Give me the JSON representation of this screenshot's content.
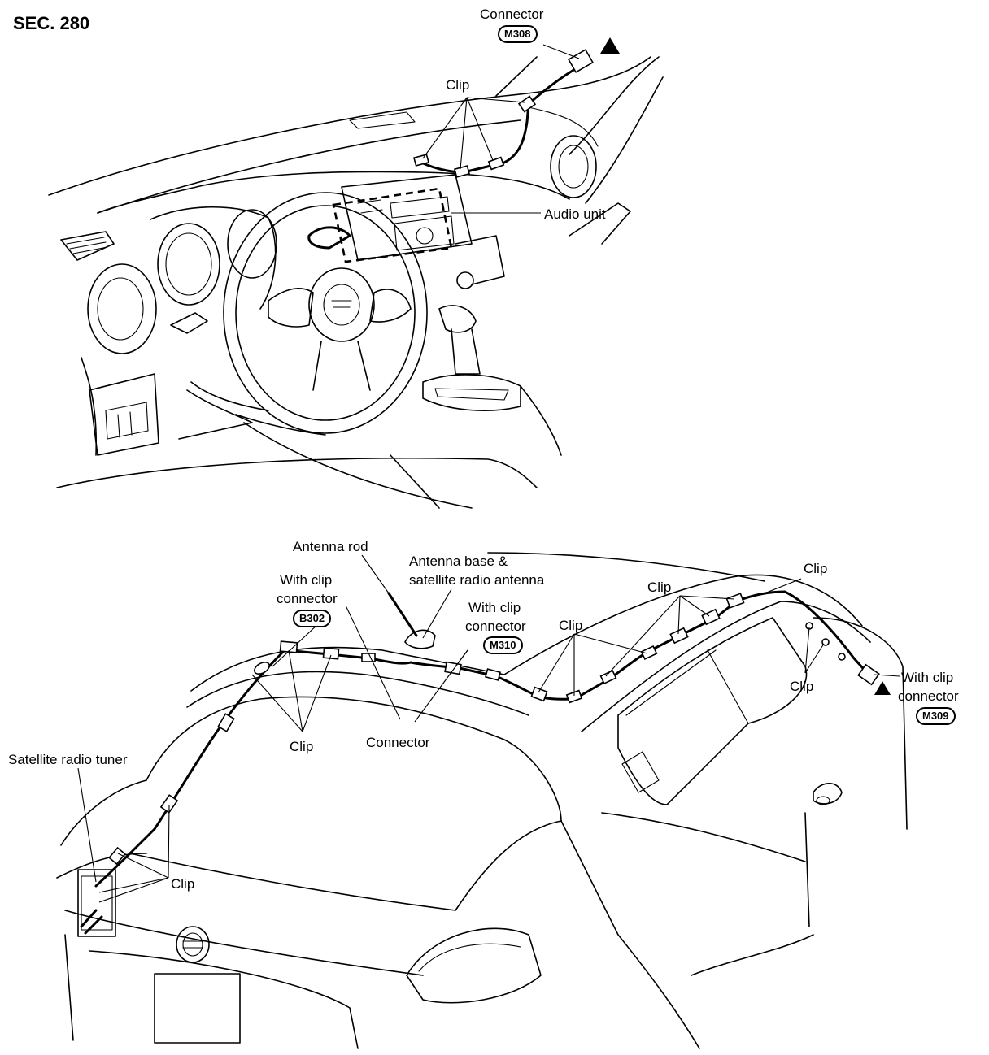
{
  "section": "SEC. 280",
  "top_diagram": {
    "connector_label": "Connector",
    "connector_code": "M308",
    "clip_label": "Clip",
    "audio_unit_label": "Audio unit"
  },
  "bottom_diagram": {
    "antenna_rod_label": "Antenna rod",
    "antenna_base_label_line1": "Antenna base &",
    "antenna_base_label_line2": "satellite radio antenna",
    "with_clip_b302_line1": "With clip",
    "with_clip_b302_line2": "connector",
    "b302_code": "B302",
    "with_clip_m310_line1": "With clip",
    "with_clip_m310_line2": "connector",
    "m310_code": "M310",
    "clip_center_label": "Clip",
    "clip_top_label": "Clip",
    "clip_topright_label": "Clip",
    "clip_right_label": "Clip",
    "with_clip_m309_line1": "With clip",
    "with_clip_m309_line2": "connector",
    "m309_code": "M309",
    "clip_left_label": "Clip",
    "connector_label": "Connector",
    "satellite_tuner_label": "Satellite radio tuner",
    "clip_bottom_label": "Clip"
  }
}
